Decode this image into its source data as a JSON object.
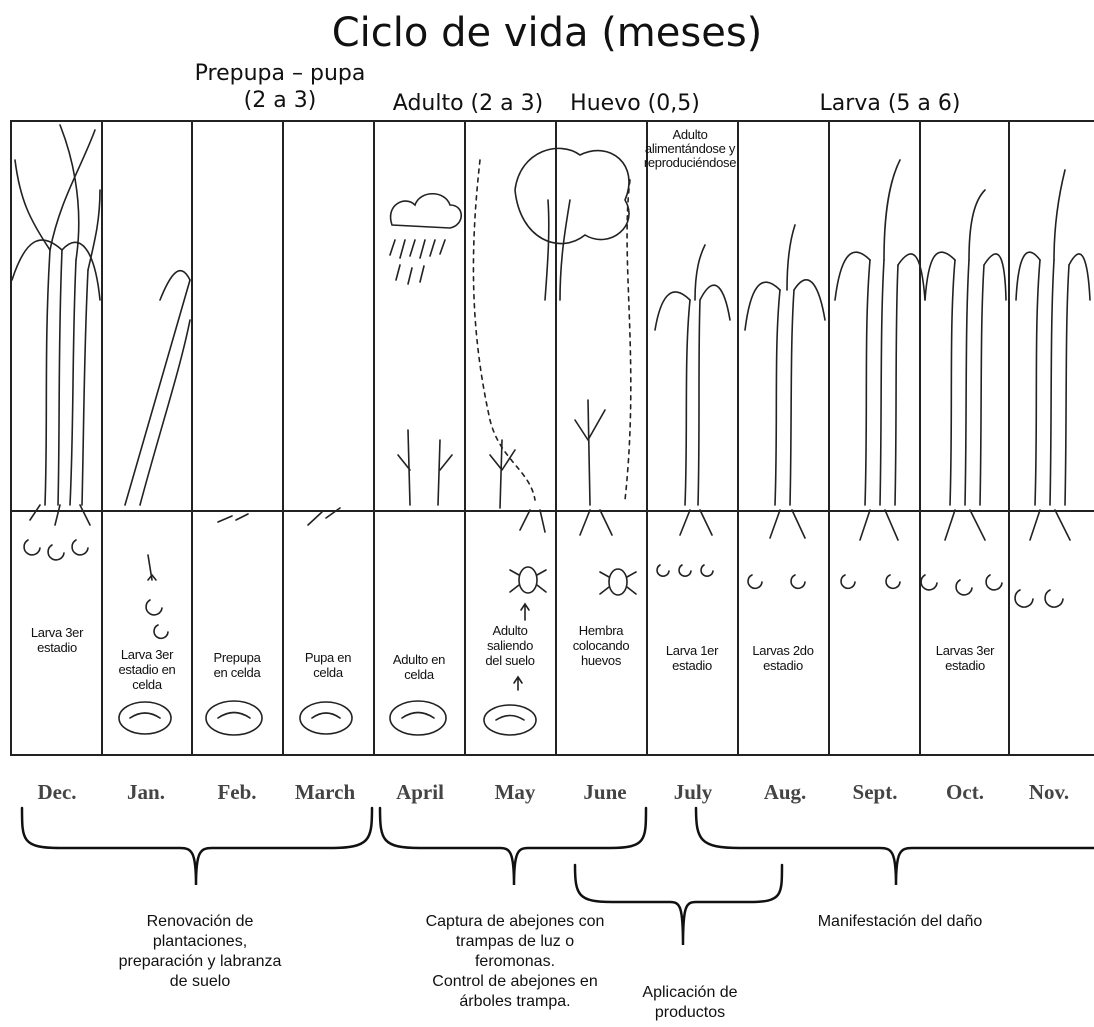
{
  "title": "Ciclo de vida (meses)",
  "phases": [
    {
      "label_l1": "Prepupa – pupa",
      "label_l2": "(2 a 3)"
    },
    {
      "label": "Adulto (2 a 3)"
    },
    {
      "label": "Huevo (0,5)"
    },
    {
      "label": "Larva (5 a 6)"
    }
  ],
  "top_note": {
    "l1": "Adulto",
    "l2": "alimentándose y",
    "l3": "reproduciéndose"
  },
  "columns": [
    {
      "month": "Dec.",
      "stage": [
        "Larva 3er",
        "estadio"
      ]
    },
    {
      "month": "Jan.",
      "stage": [
        "Larva 3er",
        "estadio en",
        "celda"
      ]
    },
    {
      "month": "Feb.",
      "stage": [
        "Prepupa",
        "en celda"
      ]
    },
    {
      "month": "March",
      "stage": [
        "Pupa en",
        "celda"
      ]
    },
    {
      "month": "April",
      "stage": [
        "Adulto en",
        "celda"
      ]
    },
    {
      "month": "May",
      "stage": [
        "Adulto",
        "saliendo",
        "del suelo"
      ]
    },
    {
      "month": "June",
      "stage": [
        "Hembra",
        "colocando",
        "huevos"
      ]
    },
    {
      "month": "July",
      "stage": [
        "Larva 1er",
        "estadio"
      ]
    },
    {
      "month": "Aug.",
      "stage": [
        "Larvas 2do",
        "estadio"
      ]
    },
    {
      "month": "Sept.",
      "stage": []
    },
    {
      "month": "Oct.",
      "stage": [
        "Larvas 3er",
        "estadio"
      ]
    },
    {
      "month": "Nov.",
      "stage": []
    }
  ],
  "bottom": {
    "renovacion": [
      "Renovación de",
      "plantaciones,",
      "preparación y labranza",
      "de suelo"
    ],
    "captura": [
      "Captura de abejones con",
      "trampas de luz o",
      "feromonas.",
      "Control de abejones en",
      "árboles trampa."
    ],
    "aplicacion": [
      "Aplicación de",
      "productos"
    ],
    "manifestacion": [
      "Manifestación del daño"
    ]
  }
}
